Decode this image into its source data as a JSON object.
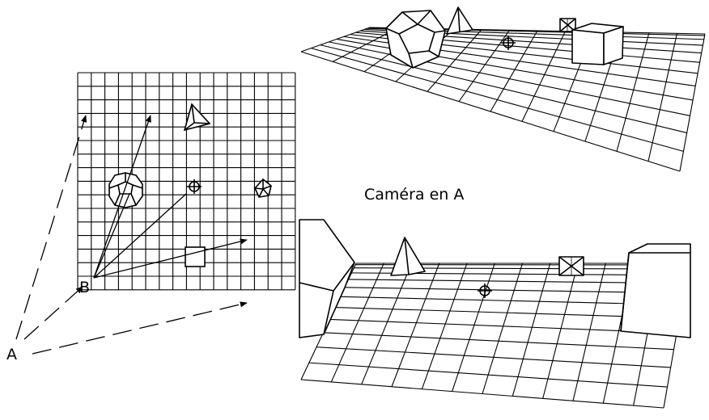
{
  "labels": {
    "point_a": "A",
    "point_b": "B",
    "caption_a": "Caméra en A"
  },
  "colors": {
    "ink": "#000000",
    "background": "#ffffff"
  },
  "objects": [
    "dodecahedron-icon",
    "pyramid-icon",
    "octahedron-icon",
    "cube-icon",
    "target-crosshair-icon"
  ]
}
